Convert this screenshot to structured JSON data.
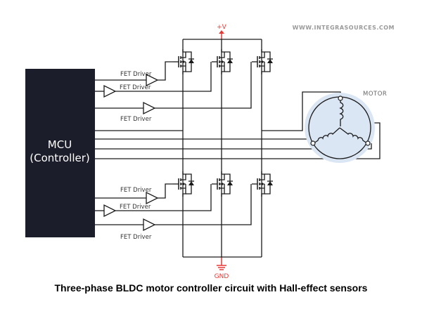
{
  "watermark": "WWW.INTEGRASOURCES.COM",
  "supply_label": "+V",
  "ground_label": "GND",
  "motor_label": "MOTOR",
  "mcu": {
    "line1": "MCU",
    "line2": "(Controller)"
  },
  "drivers": {
    "high": [
      "FET Driver",
      "FET Driver",
      "FET Driver"
    ],
    "low": [
      "FET Driver",
      "FET Driver",
      "FET Driver"
    ]
  },
  "caption": "Three-phase BLDC motor controller circuit with Hall-effect sensors",
  "colors": {
    "wire": "#1a1a1a",
    "mcu_fill": "#1b1d2b",
    "power": "#e53935",
    "motor_fill": "#dbe6f4",
    "background": "#ffffff"
  }
}
